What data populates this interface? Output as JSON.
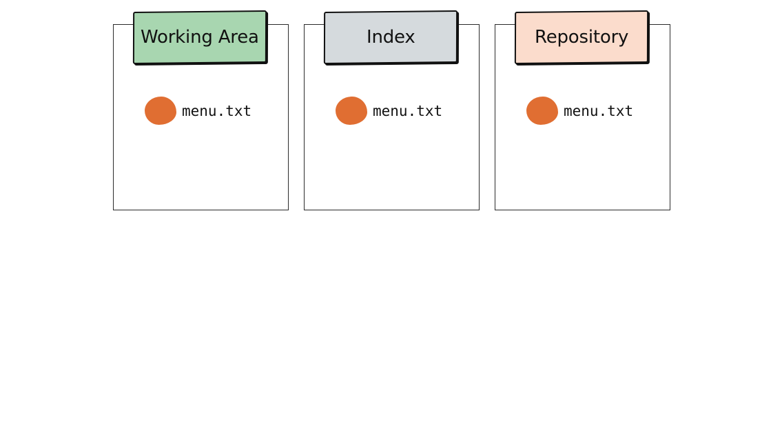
{
  "colors": {
    "working_area": "#a8d6b0",
    "index": "#d5dadd",
    "repository": "#fbdccc",
    "file_dot": "#e06e32",
    "border": "#2a2a2a"
  },
  "panels": [
    {
      "title": "Working Area",
      "file": {
        "name": "menu.txt",
        "icon": "file-dot-icon"
      }
    },
    {
      "title": "Index",
      "file": {
        "name": "menu.txt",
        "icon": "file-dot-icon"
      }
    },
    {
      "title": "Repository",
      "file": {
        "name": "menu.txt",
        "icon": "file-dot-icon"
      }
    }
  ]
}
